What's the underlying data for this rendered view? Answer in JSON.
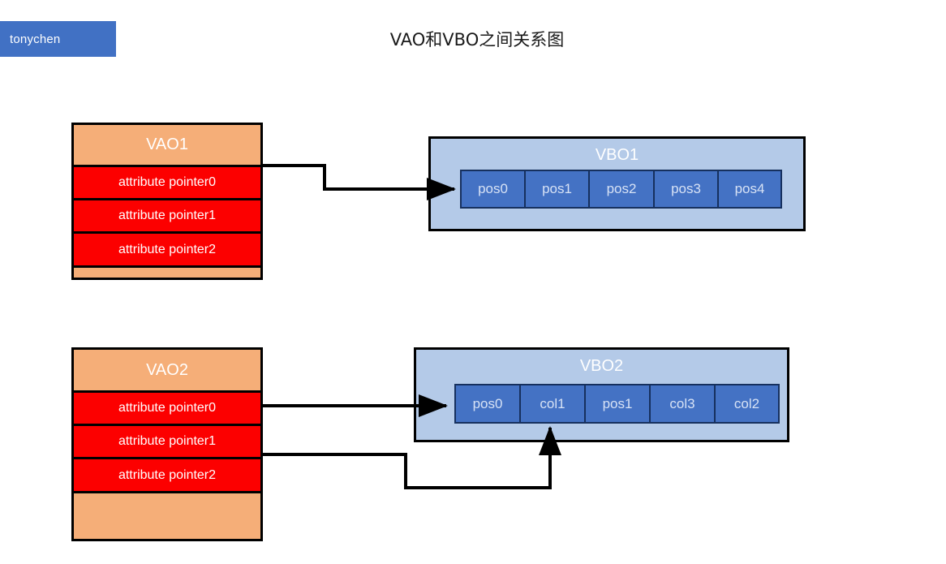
{
  "badge": {
    "label": "tonychen"
  },
  "title": "VAO和VBO之间关系图",
  "groups": [
    {
      "vao": {
        "name": "VAO1",
        "rows": [
          "attribute pointer0",
          "attribute pointer1",
          "attribute pointer2"
        ]
      },
      "vbo": {
        "name": "VBO1",
        "cells": [
          "pos0",
          "pos1",
          "pos2",
          "pos3",
          "pos4"
        ]
      }
    },
    {
      "vao": {
        "name": "VAO2",
        "rows": [
          "attribute pointer0",
          "attribute pointer1",
          "attribute pointer2"
        ]
      },
      "vbo": {
        "name": "VBO2",
        "cells": [
          "pos0",
          "col1",
          "pos1",
          "col3",
          "col2"
        ]
      }
    }
  ],
  "colors": {
    "badge_blue": "#4171c4",
    "vao_peach": "#f5ae78",
    "vao_row_red": "#fc0000",
    "vbo_light_blue": "#b4cae8",
    "vbo_cell_blue": "#4472c4",
    "outline_black": "#000000",
    "background": "#ffffff"
  },
  "connectors": [
    {
      "name": "vao1-pointer0-to-vbo1-pos0",
      "from": "VAO1.attribute pointer0",
      "to": "VBO1.pos0"
    },
    {
      "name": "vao2-pointer0-to-vbo2-pos0",
      "from": "VAO2.attribute pointer0",
      "to": "VBO2.pos0"
    },
    {
      "name": "vao2-pointer2-to-vbo2-col1",
      "from": "VAO2.attribute pointer2",
      "to": "VBO2.col1"
    }
  ]
}
